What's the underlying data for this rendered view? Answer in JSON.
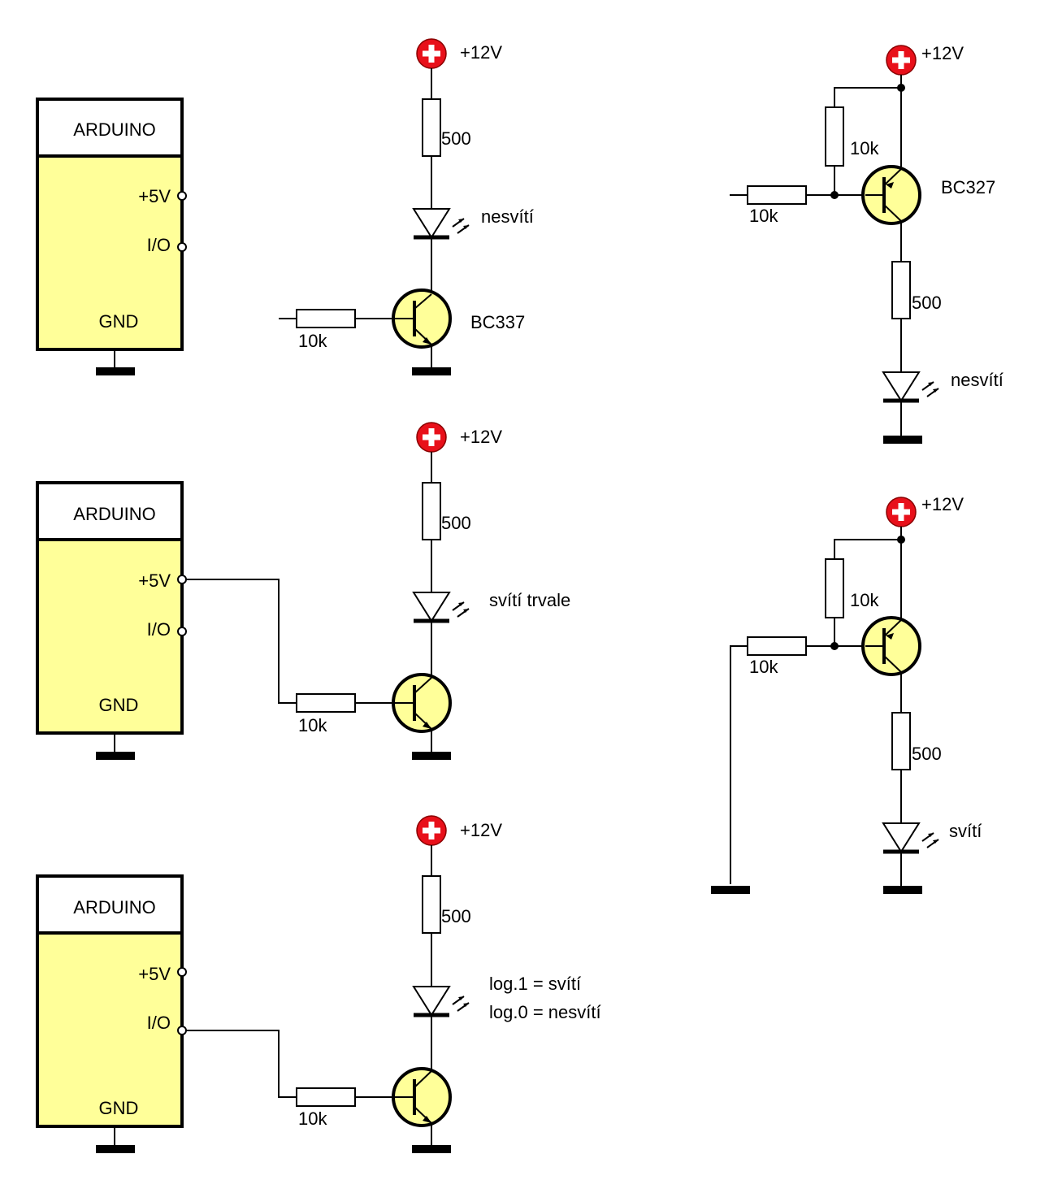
{
  "colors": {
    "supply_red": "#e8101a",
    "fill_yellow": "#ffff99",
    "wire": "#000000"
  },
  "arduino": {
    "title": "ARDUINO",
    "pin_5v": "+5V",
    "pin_io": "I/O",
    "pin_gnd": "GND"
  },
  "labels": {
    "supply": "+12V",
    "r_led": "500",
    "r_base": "10k",
    "npn": "BC337",
    "pnp": "BC327",
    "off": "nesvítí",
    "on_constant": "svítí trvale",
    "on": "svítí",
    "log1": "log.1 = svítí",
    "log0": "log.0 = nesvítí"
  }
}
